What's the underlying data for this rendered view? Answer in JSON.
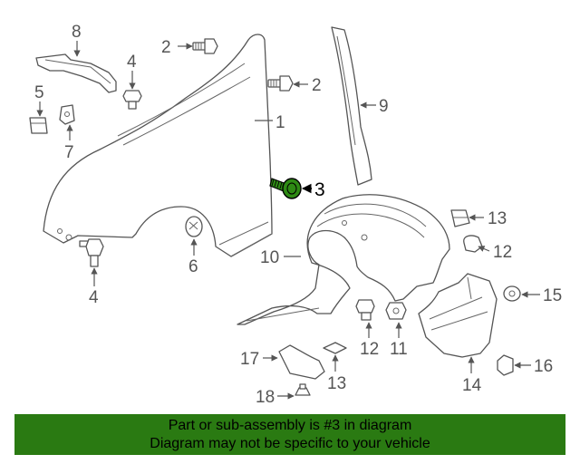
{
  "callouts": {
    "c1": "1",
    "c2a": "2",
    "c2b": "2",
    "c3": "3",
    "c4a": "4",
    "c4b": "4",
    "c5": "5",
    "c6": "6",
    "c7": "7",
    "c8": "8",
    "c9": "9",
    "c10": "10",
    "c11": "11",
    "c12a": "12",
    "c12b": "12",
    "c13a": "13",
    "c13b": "13",
    "c14": "14",
    "c15": "15",
    "c16": "16",
    "c17": "17",
    "c18": "18"
  },
  "banner": {
    "line1": "Part or sub-assembly is #3 in diagram",
    "line2": "Diagram may not be specific to your vehicle"
  },
  "colors": {
    "highlight_part": "#2e8a14",
    "banner_bg": "#2a7a12"
  }
}
